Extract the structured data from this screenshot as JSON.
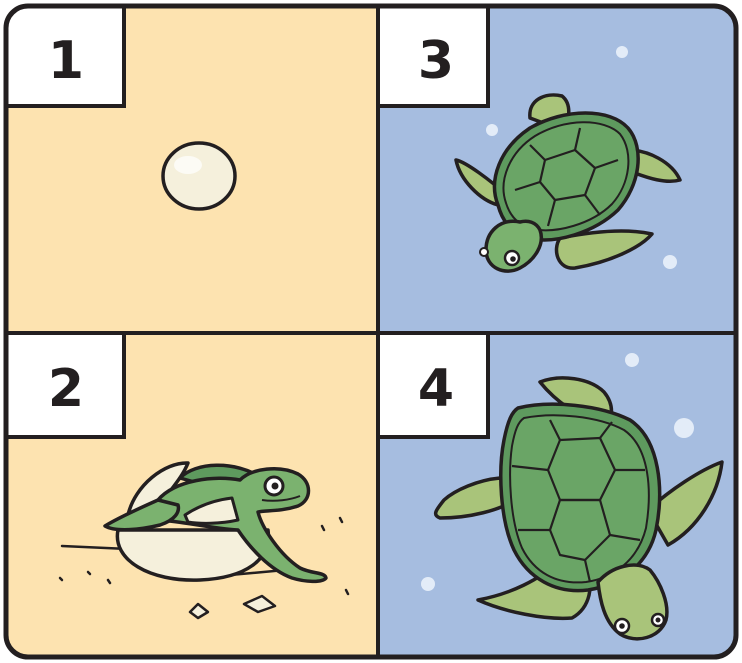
{
  "colors": {
    "sand": "#fde3b0",
    "water": "#a6bde0",
    "outline": "#231f20",
    "shell": "#5e9a5e",
    "skin": "#7bb26f",
    "flipper": "#a9c47a",
    "egg": "#f5f0dc"
  },
  "panels": [
    {
      "label": "1"
    },
    {
      "label": "2"
    },
    {
      "label": "3"
    },
    {
      "label": "4"
    }
  ]
}
